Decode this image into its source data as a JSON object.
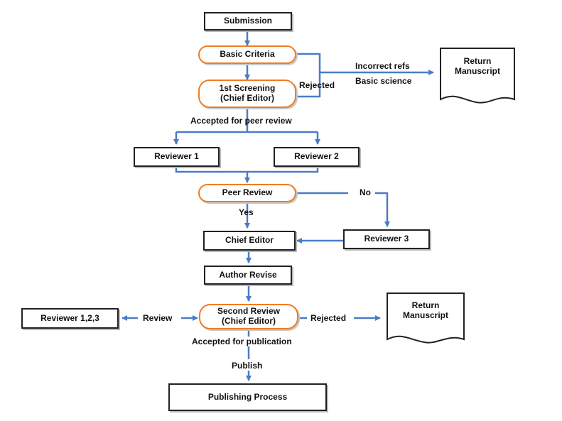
{
  "nodes": {
    "submission": "Submission",
    "basic_criteria": "Basic Criteria",
    "first_screening": [
      "1st Screening",
      "(Chief Editor)"
    ],
    "reviewer_1": "Reviewer 1",
    "reviewer_2": "Reviewer 2",
    "peer_review": "Peer Review",
    "chief_editor": "Chief Editor",
    "reviewer_3": "Reviewer 3",
    "author_revise": "Author Revise",
    "second_review": [
      "Second Review",
      "(Chief Editor)"
    ],
    "reviewer_123": "Reviewer 1,2,3",
    "publishing_process": "Publishing Process",
    "return_manuscript_top": [
      "Return",
      "Manuscript"
    ],
    "return_manuscript_bottom": [
      "Return",
      "Manuscript"
    ]
  },
  "labels": {
    "incorrect_refs": "Incorrect refs",
    "basic_science": "Basic science",
    "rejected_top": "Rejected",
    "accepted_peer_review": "Accepted for peer review",
    "no": "No",
    "yes": "Yes",
    "review": "Review",
    "rejected_bottom": "Rejected",
    "accepted_publication": "Accepted for publication",
    "publish": "Publish"
  },
  "colors": {
    "arrow": "#4a7cc4",
    "pill_border": "#ef7d22",
    "box_border": "#222222"
  }
}
